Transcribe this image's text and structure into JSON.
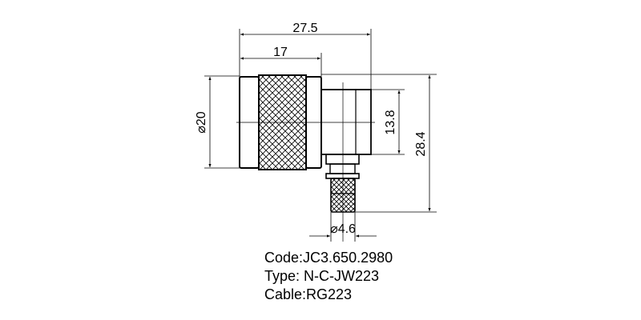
{
  "drawing": {
    "dimensions": {
      "overall_length": "27.5",
      "plug_length": "17",
      "plug_diameter": "⌀20",
      "body_height": "13.8",
      "overall_height": "28.4",
      "cable_diameter": "⌀4.6"
    },
    "line_color": "#000000"
  },
  "info": {
    "code": "Code:JC3.650.2980",
    "type": "Type: N-C-JW223",
    "cable": "Cable:RG223"
  }
}
